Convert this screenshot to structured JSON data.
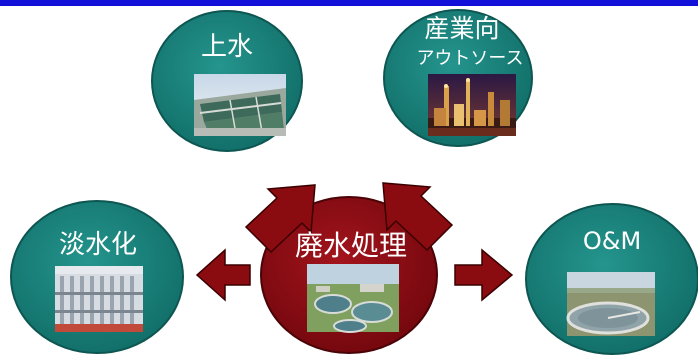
{
  "colors": {
    "top_bar": "#1010d8",
    "teal_ellipse": "#18807a",
    "center_ellipse": "#8e0b13",
    "arrow_fill": "#8a0b10",
    "arrow_stroke": "#3a0000",
    "node_text": "#ffffff"
  },
  "nodes": {
    "center": {
      "label": "廃水処理",
      "photo": "wastewater-treatment-plant-photo"
    },
    "top_left": {
      "label": "上水",
      "photo": "water-treatment-basins-photo"
    },
    "top_right": {
      "label_line1": "産業向",
      "label_line2": "アウトソース",
      "photo": "industrial-plant-night-photo"
    },
    "left": {
      "label": "淡水化",
      "photo": "desalination-membrane-racks-photo"
    },
    "right": {
      "label": "O&M",
      "photo": "clarifier-tank-photo"
    }
  },
  "arrows": [
    {
      "name": "arrow-to-top-left-icon"
    },
    {
      "name": "arrow-to-top-right-icon"
    },
    {
      "name": "arrow-to-left-icon"
    },
    {
      "name": "arrow-to-right-icon"
    }
  ]
}
